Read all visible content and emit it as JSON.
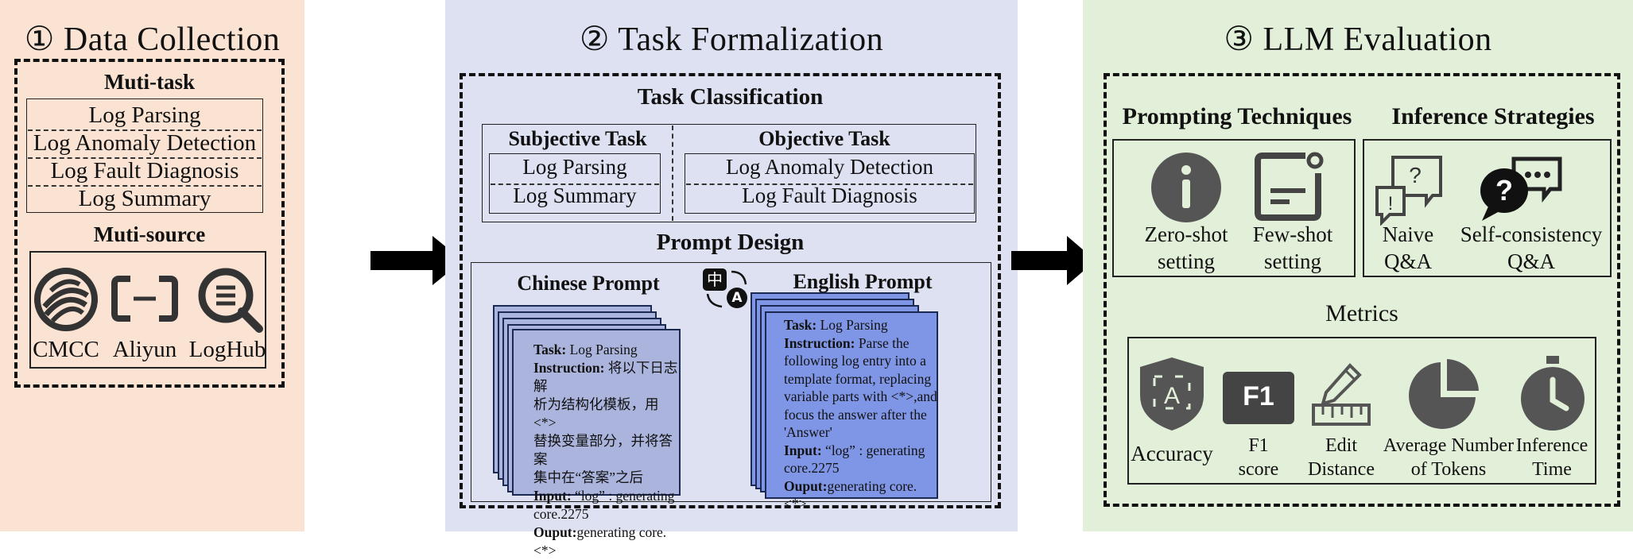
{
  "colors": {
    "panel1_bg": "#fbe3d3",
    "panel2_bg": "#dde1f1",
    "panel3_bg": "#e3f0d9",
    "chinese_card": "#aab4dc",
    "english_card": "#7f96e6",
    "icon_gray": "#555555"
  },
  "panel1": {
    "title": "① Data Collection",
    "multitask_heading": "Muti-task",
    "tasks": [
      "Log Parsing",
      "Log Anomaly Detection",
      "Log Fault Diagnosis",
      "Log Summary"
    ],
    "multisource_heading": "Muti-source",
    "sources": [
      {
        "label": "CMCC",
        "icon": "cmcc-logo-icon"
      },
      {
        "label": "Aliyun",
        "icon": "aliyun-logo-icon"
      },
      {
        "label": "LogHub",
        "icon": "loghub-logo-icon"
      }
    ]
  },
  "panel2": {
    "title": "② Task Formalization",
    "classification_heading": "Task Classification",
    "subjective_heading": "Subjective Task",
    "subjective_tasks": [
      "Log Parsing",
      "Log Summary"
    ],
    "objective_heading": "Objective Task",
    "objective_tasks": [
      "Log Anomaly Detection",
      "Log Fault Diagnosis"
    ],
    "prompt_design_heading": "Prompt Design",
    "translate_icon_labels": [
      "中",
      "A"
    ],
    "chinese_prompt": {
      "heading": "Chinese Prompt",
      "task_label": "Task:",
      "task_value": "Log Parsing",
      "instruction_label": "Instruction:",
      "instruction_lines": [
        " 将以下日志解",
        "析为结构化模板，用 <*>",
        "替换变量部分，并将答案",
        "集中在“答案”之后"
      ],
      "input_label": "Input:",
      "input_lines": [
        " “log” : generating",
        "core.2275"
      ],
      "output_label": "Ouput:",
      "output_value": "generating core.<*>"
    },
    "english_prompt": {
      "heading": "English Prompt",
      "task_label": "Task:",
      "task_value": " Log Parsing",
      "instruction_label": "Instruction:",
      "instruction_lines": [
        " Parse the",
        "following log entry into a",
        "template format, replacing",
        "variable parts with  <*>,and",
        "focus the answer after the",
        "'Answer'"
      ],
      "input_label": "Input:",
      "input_lines": [
        " “log” : generating",
        "core.2275"
      ],
      "output_label": "Ouput:",
      "output_value": "generating core.<*>"
    }
  },
  "panel3": {
    "title": "③ LLM Evaluation",
    "prompting_heading": "Prompting Techniques",
    "inference_heading": "Inference Strategies",
    "prompting_items": [
      {
        "label_lines": [
          "Zero-shot",
          "setting"
        ],
        "icon": "info-circle-icon"
      },
      {
        "label_lines": [
          "Few-shot",
          "setting"
        ],
        "icon": "document-icon"
      }
    ],
    "inference_items": [
      {
        "label_lines": [
          "Naive",
          "Q&A"
        ],
        "icon": "question-chat-icon"
      },
      {
        "label_lines": [
          "Self-consistency",
          "Q&A"
        ],
        "icon": "question-bubble-icon"
      }
    ],
    "metrics_heading": "Metrics",
    "metrics": [
      {
        "label_lines": [
          "Accuracy"
        ],
        "icon": "accuracy-shield-icon"
      },
      {
        "label_lines": [
          "F1",
          "score"
        ],
        "icon": "f1-badge-icon",
        "badge_text": "F1"
      },
      {
        "label_lines": [
          "Edit",
          "Distance"
        ],
        "icon": "ruler-pencil-icon"
      },
      {
        "label_lines": [
          "Average Number",
          "of Tokens"
        ],
        "icon": "pie-chart-icon"
      },
      {
        "label_lines": [
          "Inference",
          "Time"
        ],
        "icon": "clock-icon"
      }
    ]
  }
}
